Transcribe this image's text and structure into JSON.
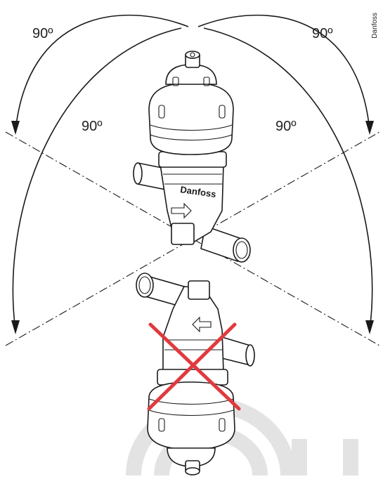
{
  "brand": "Danfoss",
  "angle_labels": [
    "90º",
    "90º",
    "90º",
    "90º"
  ],
  "valve_marking": "Danfoss",
  "colors": {
    "line": "#1a1a1a",
    "cross": "#e03a3e",
    "watermark": "#e3e3e3",
    "background": "#ffffff"
  },
  "icons": [
    "direction-arrow-icon",
    "prohibited-cross-icon"
  ]
}
